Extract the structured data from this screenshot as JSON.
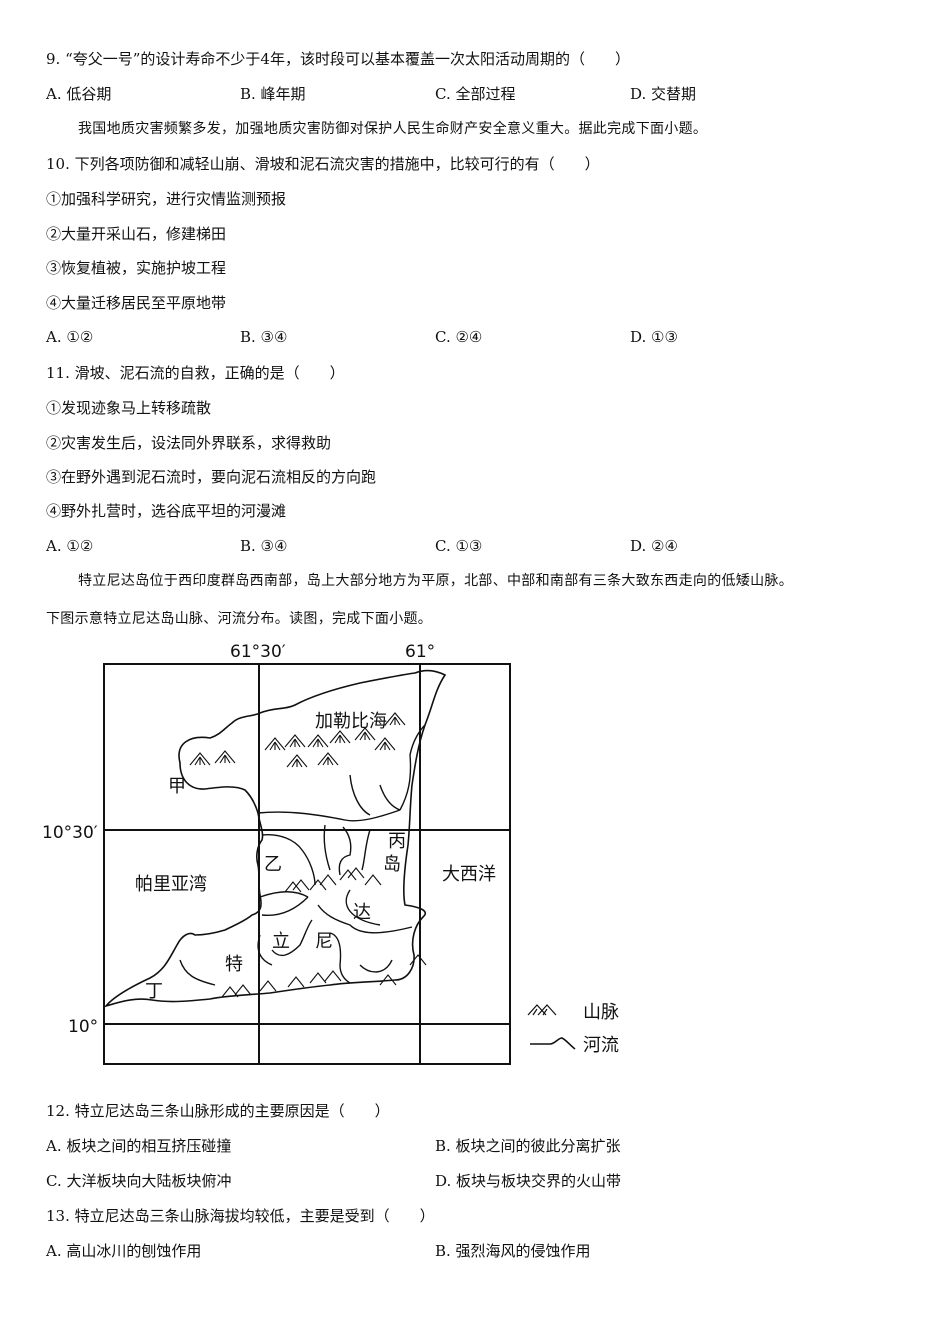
{
  "q9": {
    "stem": "9. “夸父一号”的设计寿命不少于4年，该时段可以基本覆盖一次太阳活动周期的（　　）",
    "options": [
      "A. 低谷期",
      "B. 峰年期",
      "C. 全部过程",
      "D. 交替期"
    ]
  },
  "intro1": "我国地质灾害频繁多发，加强地质灾害防御对保护人民生命财产安全意义重大。据此完成下面小题。",
  "q10": {
    "stem": "10. 下列各项防御和减轻山崩、滑坡和泥石流灾害的措施中，比较可行的有（　　）",
    "items": [
      "①加强科学研究，进行灾情监测预报",
      "②大量开采山石，修建梯田",
      "③恢复植被，实施护坡工程",
      "④大量迁移居民至平原地带"
    ],
    "options": [
      "A. ①②",
      "B. ③④",
      "C. ②④",
      "D. ①③"
    ]
  },
  "q11": {
    "stem": "11. 滑坡、泥石流的自救，正确的是（　　）",
    "items": [
      "①发现迹象马上转移疏散",
      "②灾害发生后，设法同外界联系，求得救助",
      "③在野外遇到泥石流时，要向泥石流相反的方向跑",
      "④野外扎营时，选谷底平坦的河漫滩"
    ],
    "options": [
      "A. ①②",
      "B. ③④",
      "C. ①③",
      "D. ②④"
    ]
  },
  "intro2": {
    "line1": "特立尼达岛位于西印度群岛西南部，岛上大部分地方为平原，北部、中部和南部有三条大致东西走向的低矮山脉。",
    "line2": "下图示意特立尼达岛山脉、河流分布。读图，完成下面小题。"
  },
  "map": {
    "lon_labels": [
      "61°30′",
      "61°"
    ],
    "lat_labels": [
      "10°30′",
      "10°"
    ],
    "water_labels": [
      "加勒比海",
      "帕里亚湾",
      "大西洋"
    ],
    "point_labels": [
      "甲",
      "乙",
      "丙",
      "丁"
    ],
    "island_name_chars": [
      "特",
      "立",
      "尼",
      "达",
      "岛"
    ],
    "legend": [
      {
        "symbol": "mountain",
        "label": "山脉"
      },
      {
        "symbol": "river",
        "label": "河流"
      }
    ]
  },
  "q12": {
    "stem": "12. 特立尼达岛三条山脉形成的主要原因是（　　）",
    "options": [
      "A. 板块之间的相互挤压碰撞",
      "B. 板块之间的彼此分离扩张",
      "C. 大洋板块向大陆板块俯冲",
      "D. 板块与板块交界的火山带"
    ]
  },
  "q13": {
    "stem": "13. 特立尼达岛三条山脉海拔均较低，主要是受到（　　）",
    "options": [
      "A. 高山冰川的刨蚀作用",
      "B. 强烈海风的侵蚀作用"
    ]
  }
}
